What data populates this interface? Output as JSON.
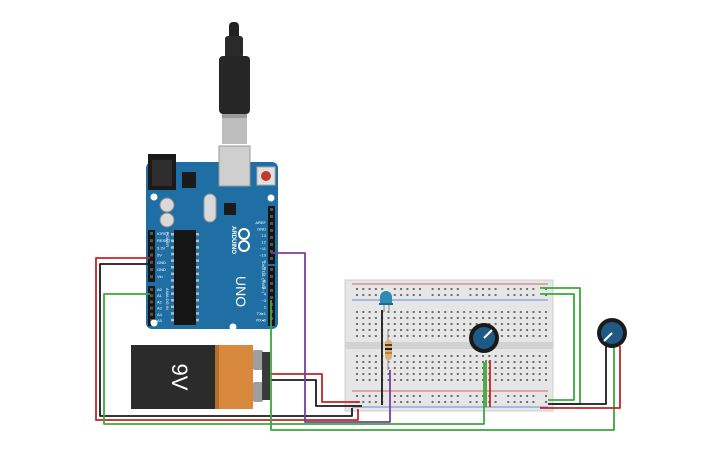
{
  "canvas": {
    "background": "#ffffff"
  },
  "arduino": {
    "board_color": "#1f6fa4",
    "board_dark": "#185b88",
    "brand": "ARDUINO",
    "model": "UNO",
    "power_labels": [
      "IOREF",
      "RESET",
      "3.3V",
      "5V",
      "GND",
      "GND",
      "Vin"
    ],
    "analog_labels": [
      "A0",
      "A1",
      "A2",
      "A3",
      "A4",
      "A5"
    ],
    "digital_labels": [
      "AREF",
      "GND",
      "13",
      "12",
      "~11",
      "~10",
      "~9",
      "8",
      "7",
      "~6",
      "~5",
      "4",
      "~3",
      "2",
      "TX▸1",
      "RX◂0"
    ],
    "section_digital": "DIGITAL (PWM~)",
    "section_analog": "ANALOG IN",
    "section_power": "POWER",
    "tx_label": "TX",
    "rx_label": "RX",
    "l_label": "L",
    "on_label": "ON"
  },
  "usb_cable": {
    "color": "#222222"
  },
  "battery": {
    "label": "9V",
    "body_color": "#2b2b2b",
    "cap_color": "#d9893d"
  },
  "breadboard": {
    "body_color": "#e6e6e6",
    "hole_color": "#6e6e6e",
    "rail_red": "#d33a3a",
    "rail_blue": "#3a6fd3"
  },
  "components": {
    "led_color": "#2e8bb3",
    "resistor_color": "#d4b27a",
    "pot_knob_color": "#1f5a84"
  },
  "wire_colors": {
    "red": "#c22424",
    "black": "#1a1a1a",
    "green": "#3ca83c",
    "purple": "#7a3f9a"
  }
}
